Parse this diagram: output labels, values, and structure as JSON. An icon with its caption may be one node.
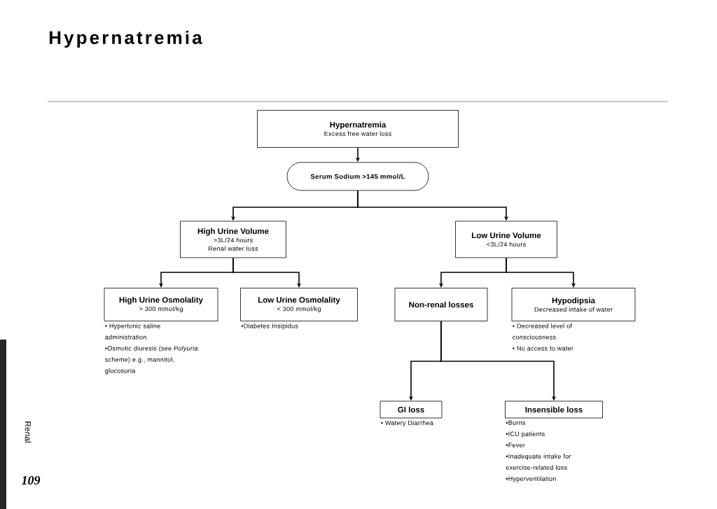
{
  "diagram": {
    "title": "Hypernatremia",
    "nodes": [
      {
        "text": [
          "Hypernatremia",
          "Excess free water loss"
        ]
      },
      {
        "text": [
          "Serum Sodium >145 mmol/L"
        ]
      },
      {
        "text": [
          "High Urine Volume",
          ">3L/24 hours",
          "Renal water loss"
        ]
      },
      {
        "text": [
          "Low Urine Volume",
          "<3L/24 hours"
        ]
      },
      {
        "text": [
          "High Urine Osmolality",
          "> 300 mmol/kg"
        ],
        "beside": [
          "• Hypertonic saline administration",
          "•Osmotic diuresis (see *Polyuria* scheme) e.g., mannitol, glucosuria"
        ]
      },
      {
        "text": [
          "Low Urine Osmolality",
          "< 300 mmol/kg"
        ],
        "beside": [
          "•Diabetes Insipidus"
        ]
      },
      {
        "text": [
          "Non-renal losses"
        ]
      },
      {
        "text": [
          "Hypodipsia",
          "Decreased intake of water"
        ],
        "beside": [
          "• Decreased level of consciousness",
          "• No access to water"
        ]
      },
      {
        "text": [
          "GI loss"
        ],
        "beside": [
          "• Watery Diarrhea"
        ]
      },
      {
        "text": [
          "Insensible loss"
        ],
        "beside": [
          "•Burns",
          "•ICU patients",
          "•Fever",
          "•Inadequate intake for exercise-related loss",
          "•Hyperventilation"
        ]
      }
    ],
    "edges": [
      {
        "from": 0,
        "to": 1,
        "arrow": "to"
      },
      {
        "from": 1,
        "to": 2,
        "arrow": "to"
      },
      {
        "from": 1,
        "to": 3,
        "arrow": "to"
      },
      {
        "from": 2,
        "to": 4,
        "arrow": "to"
      },
      {
        "from": 2,
        "to": 5,
        "arrow": "to"
      },
      {
        "from": 3,
        "to": 6,
        "arrow": "to"
      },
      {
        "from": 3,
        "to": 7,
        "arrow": "to"
      },
      {
        "from": 6,
        "to": 8,
        "arrow": "to"
      },
      {
        "from": 6,
        "to": 9,
        "arrow": "to"
      }
    ],
    "labels": [
      "Renal",
      "109"
    ]
  }
}
